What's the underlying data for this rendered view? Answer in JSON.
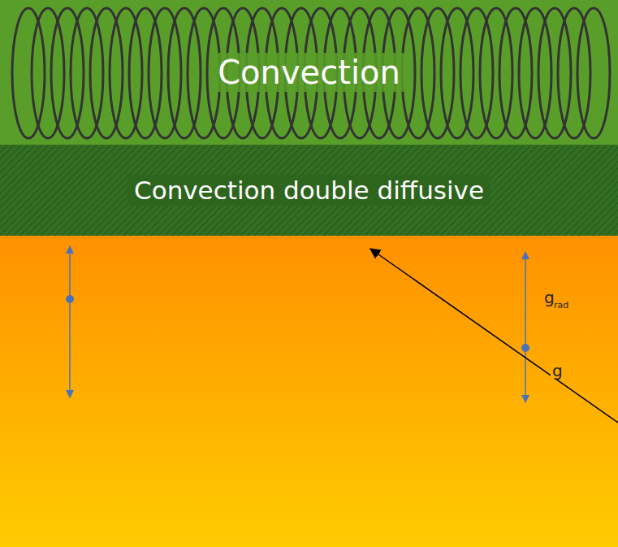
{
  "diagram": {
    "nodes": [
      {
        "text": [
          "Convection"
        ]
      },
      {
        "text": [
          "Convection double diffusive"
        ]
      }
    ],
    "labels": [
      "g",
      "rad",
      "g"
    ]
  }
}
